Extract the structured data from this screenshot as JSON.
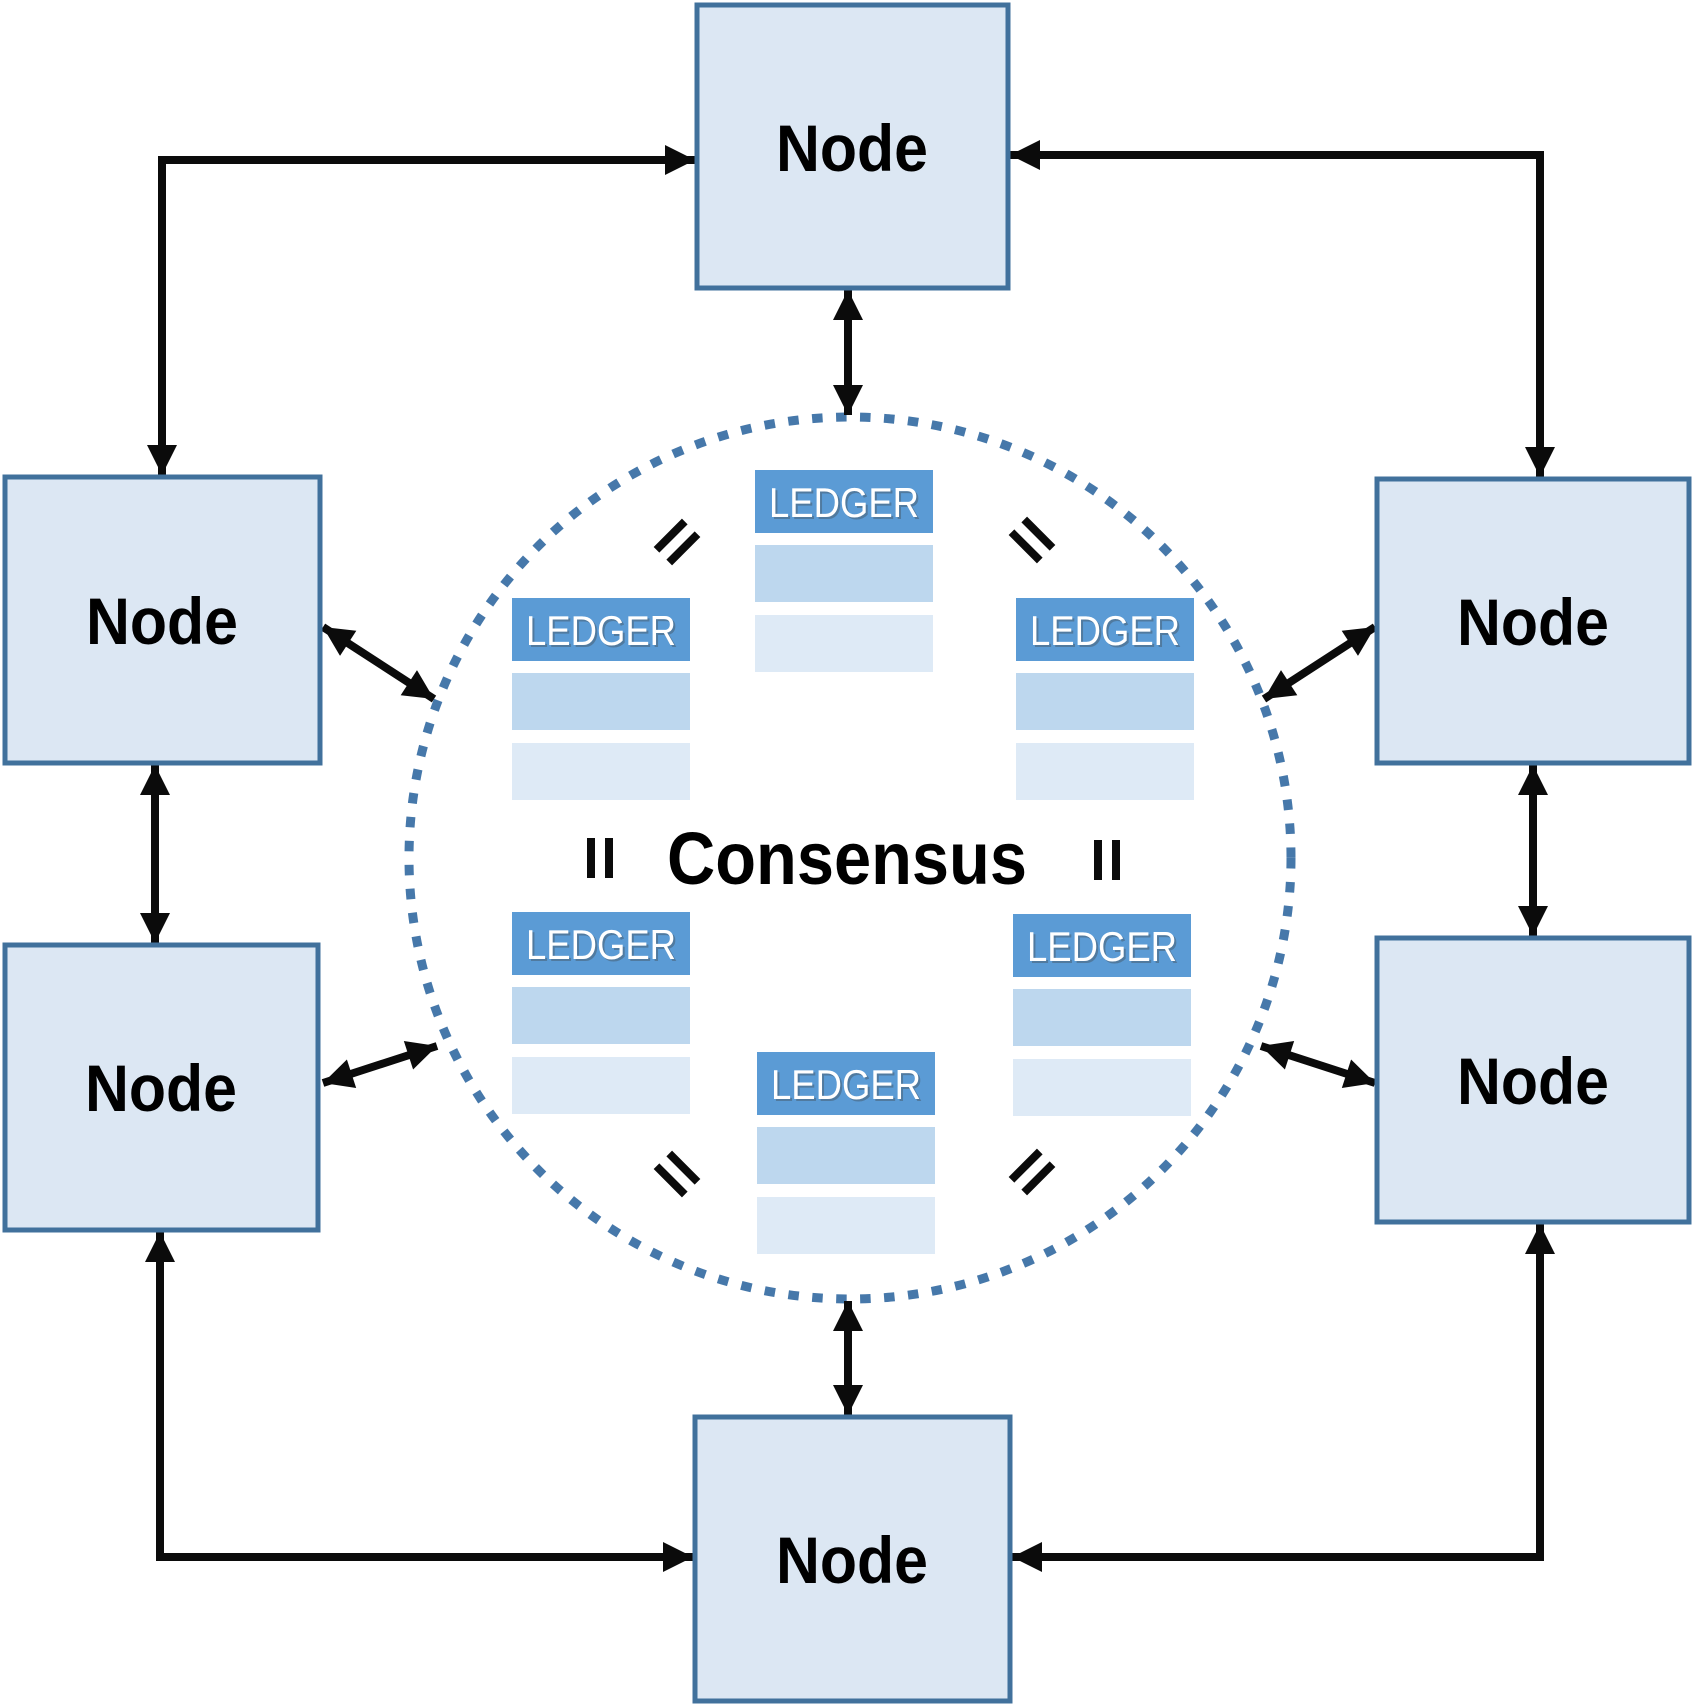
{
  "diagram": {
    "type": "peer-to-peer-consensus-network",
    "center_label": "Consensus",
    "nodes": [
      {
        "id": "top",
        "label": "Node"
      },
      {
        "id": "left-upper",
        "label": "Node"
      },
      {
        "id": "left-lower",
        "label": "Node"
      },
      {
        "id": "right-upper",
        "label": "Node"
      },
      {
        "id": "right-lower",
        "label": "Node"
      },
      {
        "id": "bottom",
        "label": "Node"
      }
    ],
    "ledgers": [
      {
        "id": "top-center",
        "label": "LEDGER",
        "body_rows": 2
      },
      {
        "id": "upper-left",
        "label": "LEDGER",
        "body_rows": 2
      },
      {
        "id": "upper-right",
        "label": "LEDGER",
        "body_rows": 2
      },
      {
        "id": "lower-left",
        "label": "LEDGER",
        "body_rows": 2
      },
      {
        "id": "lower-right",
        "label": "LEDGER",
        "body_rows": 2
      },
      {
        "id": "bottom-center",
        "label": "LEDGER",
        "body_rows": 2
      }
    ],
    "equals_sign_count": 6,
    "connections": [
      {
        "from": "node-top",
        "to": "consensus-ring",
        "style": "double-arrow-straight"
      },
      {
        "from": "node-bottom",
        "to": "consensus-ring",
        "style": "double-arrow-straight"
      },
      {
        "from": "node-left-upper",
        "to": "node-left-lower",
        "style": "double-arrow-straight"
      },
      {
        "from": "node-right-upper",
        "to": "node-right-lower",
        "style": "double-arrow-straight"
      },
      {
        "from": "node-left-upper",
        "to": "consensus-ring",
        "style": "double-arrow-diagonal"
      },
      {
        "from": "node-left-lower",
        "to": "consensus-ring",
        "style": "double-arrow-diagonal"
      },
      {
        "from": "node-right-upper",
        "to": "consensus-ring",
        "style": "double-arrow-diagonal"
      },
      {
        "from": "node-right-lower",
        "to": "consensus-ring",
        "style": "double-arrow-diagonal"
      },
      {
        "from": "node-top",
        "to": "node-left-upper",
        "style": "double-arrow-elbow"
      },
      {
        "from": "node-top",
        "to": "node-right-upper",
        "style": "double-arrow-elbow"
      },
      {
        "from": "node-bottom",
        "to": "node-left-lower",
        "style": "double-arrow-elbow"
      },
      {
        "from": "node-bottom",
        "to": "node-right-lower",
        "style": "double-arrow-elbow"
      }
    ],
    "colors": {
      "node_fill": "#dce7f3",
      "node_border": "#41719c",
      "ledger_header": "#5b9bd5",
      "ledger_row_mid": "#bdd7ee",
      "ledger_row_light": "#deeaf6",
      "ring_dots": "#4678aa",
      "arrow": "#0b0b0b",
      "equals": "#0b0b0b",
      "node_text": "#000000",
      "center_text": "#000000",
      "ledger_text": "#ffffff",
      "background": "#ffffff"
    }
  }
}
